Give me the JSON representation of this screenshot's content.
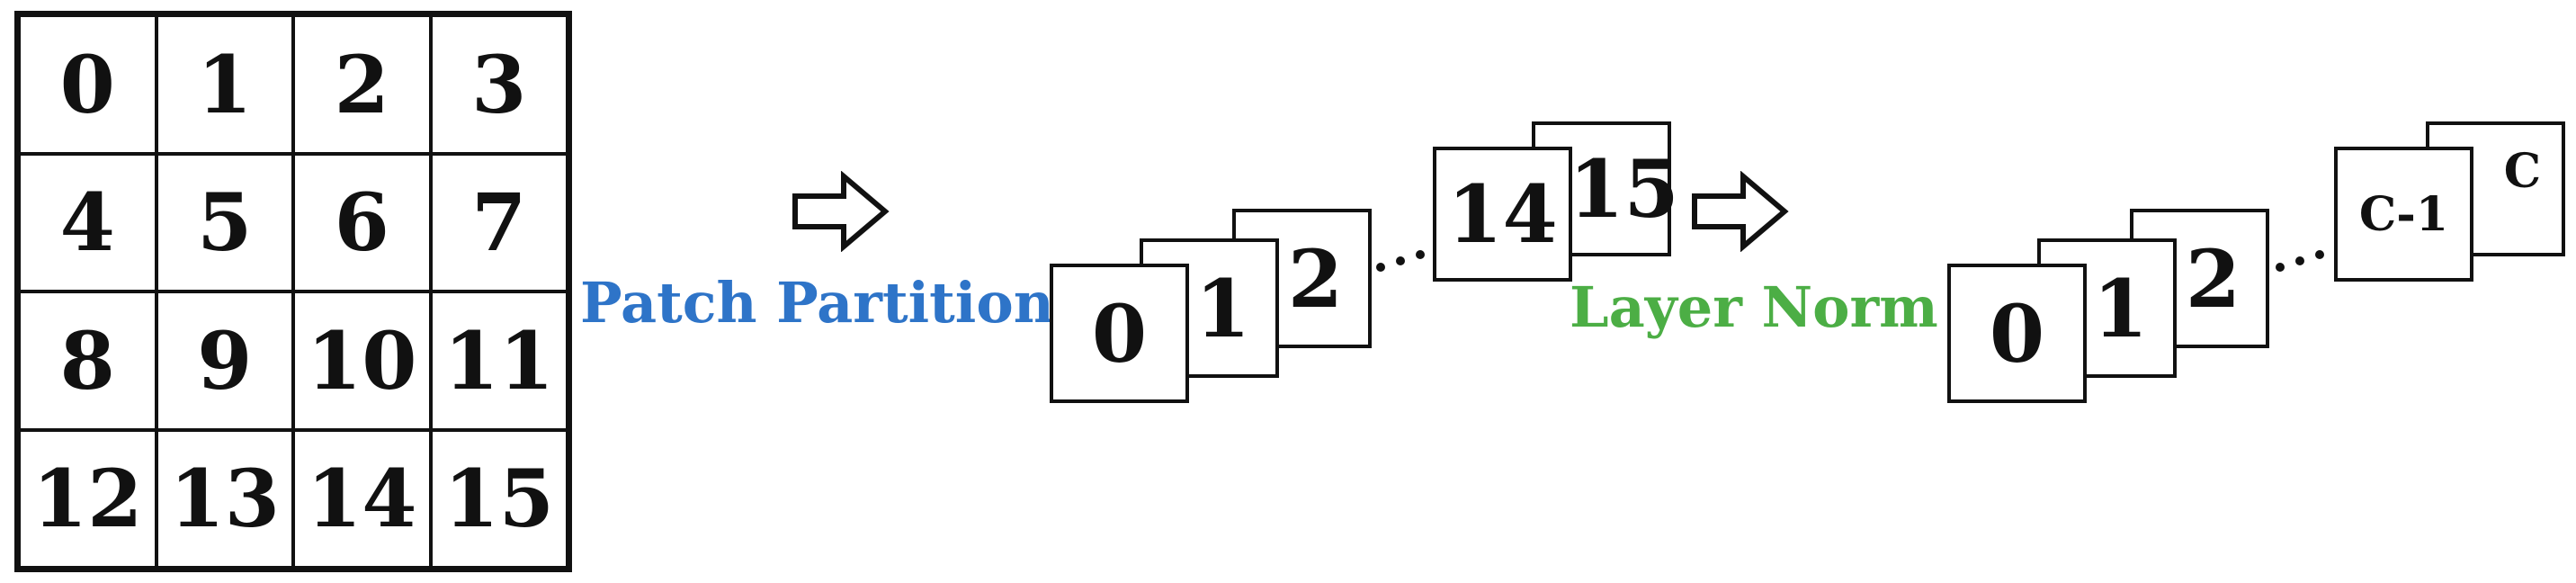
{
  "grid": {
    "cells": [
      "0",
      "1",
      "2",
      "3",
      "4",
      "5",
      "6",
      "7",
      "8",
      "9",
      "10",
      "11",
      "12",
      "13",
      "14",
      "15"
    ]
  },
  "steps": {
    "patch_partition": "Patch Partition",
    "layer_norm": "Layer Norm"
  },
  "patch_stack": {
    "front": [
      "0",
      "1",
      "2"
    ],
    "back": [
      "14",
      "15"
    ]
  },
  "norm_stack": {
    "front": [
      "0",
      "1",
      "2"
    ],
    "back": [
      "C-1",
      "C"
    ]
  },
  "colors": {
    "patch_partition_label": "#2e74c8",
    "layer_norm_label": "#4cae45",
    "ink": "#111111"
  }
}
